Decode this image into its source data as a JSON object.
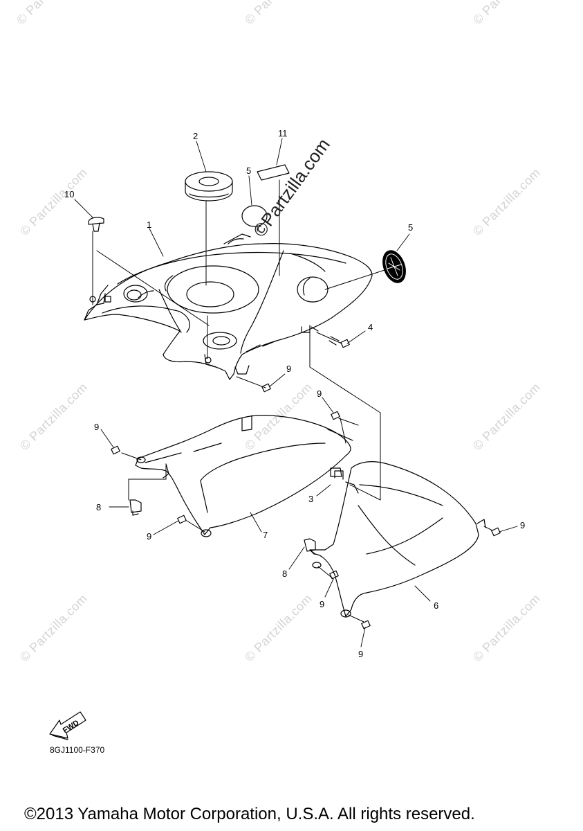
{
  "watermark": {
    "small": "© Partzilla.com",
    "big": "©Partzilla.com"
  },
  "callouts": {
    "c1": "1",
    "c2": "2",
    "c3": "3",
    "c4": "4",
    "c5a": "5",
    "c5b": "5",
    "c6": "6",
    "c7": "7",
    "c8a": "8",
    "c8b": "8",
    "c9a": "9",
    "c9b": "9",
    "c9c": "9",
    "c9d": "9",
    "c9e": "9",
    "c9f": "9",
    "c9g": "9",
    "c10": "10",
    "c11": "11"
  },
  "fwd_label": "FWD",
  "part_code": "8GJ1100-F370",
  "copyright": "©2013 Yamaha Motor Corporation, U.S.A. All rights reserved."
}
